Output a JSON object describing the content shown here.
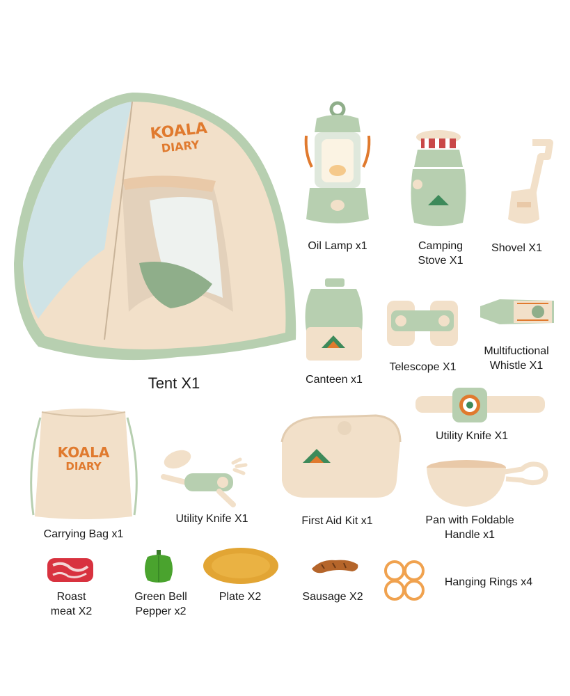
{
  "colors": {
    "sage": "#b7cfb0",
    "sage_dark": "#8fae8a",
    "cream": "#f2e0c9",
    "tan": "#e9c9a8",
    "orange": "#e07a2e",
    "sky": "#cfe3e6"
  },
  "brand": {
    "line1": "KOALA",
    "line2": "DIARY"
  },
  "items": {
    "tent": "Tent X1",
    "oil_lamp": "Oil Lamp x1",
    "camping_stove": "Camping\nStove X1",
    "shovel": "Shovel X1",
    "canteen": "Canteen x1",
    "telescope": "Telescope X1",
    "whistle": "Multifuctional\nWhistle X1",
    "watch_knife": "Utility Knife X1",
    "bag": "Carrying Bag x1",
    "utility_knife": "Utility Knife X1",
    "first_aid": "First Aid Kit x1",
    "pan": "Pan with Foldable\nHandle x1",
    "roast_meat": "Roast\nmeat X2",
    "pepper": "Green Bell\nPepper x2",
    "plate": "Plate X2",
    "sausage": "Sausage X2",
    "rings": "Hanging Rings x4"
  }
}
